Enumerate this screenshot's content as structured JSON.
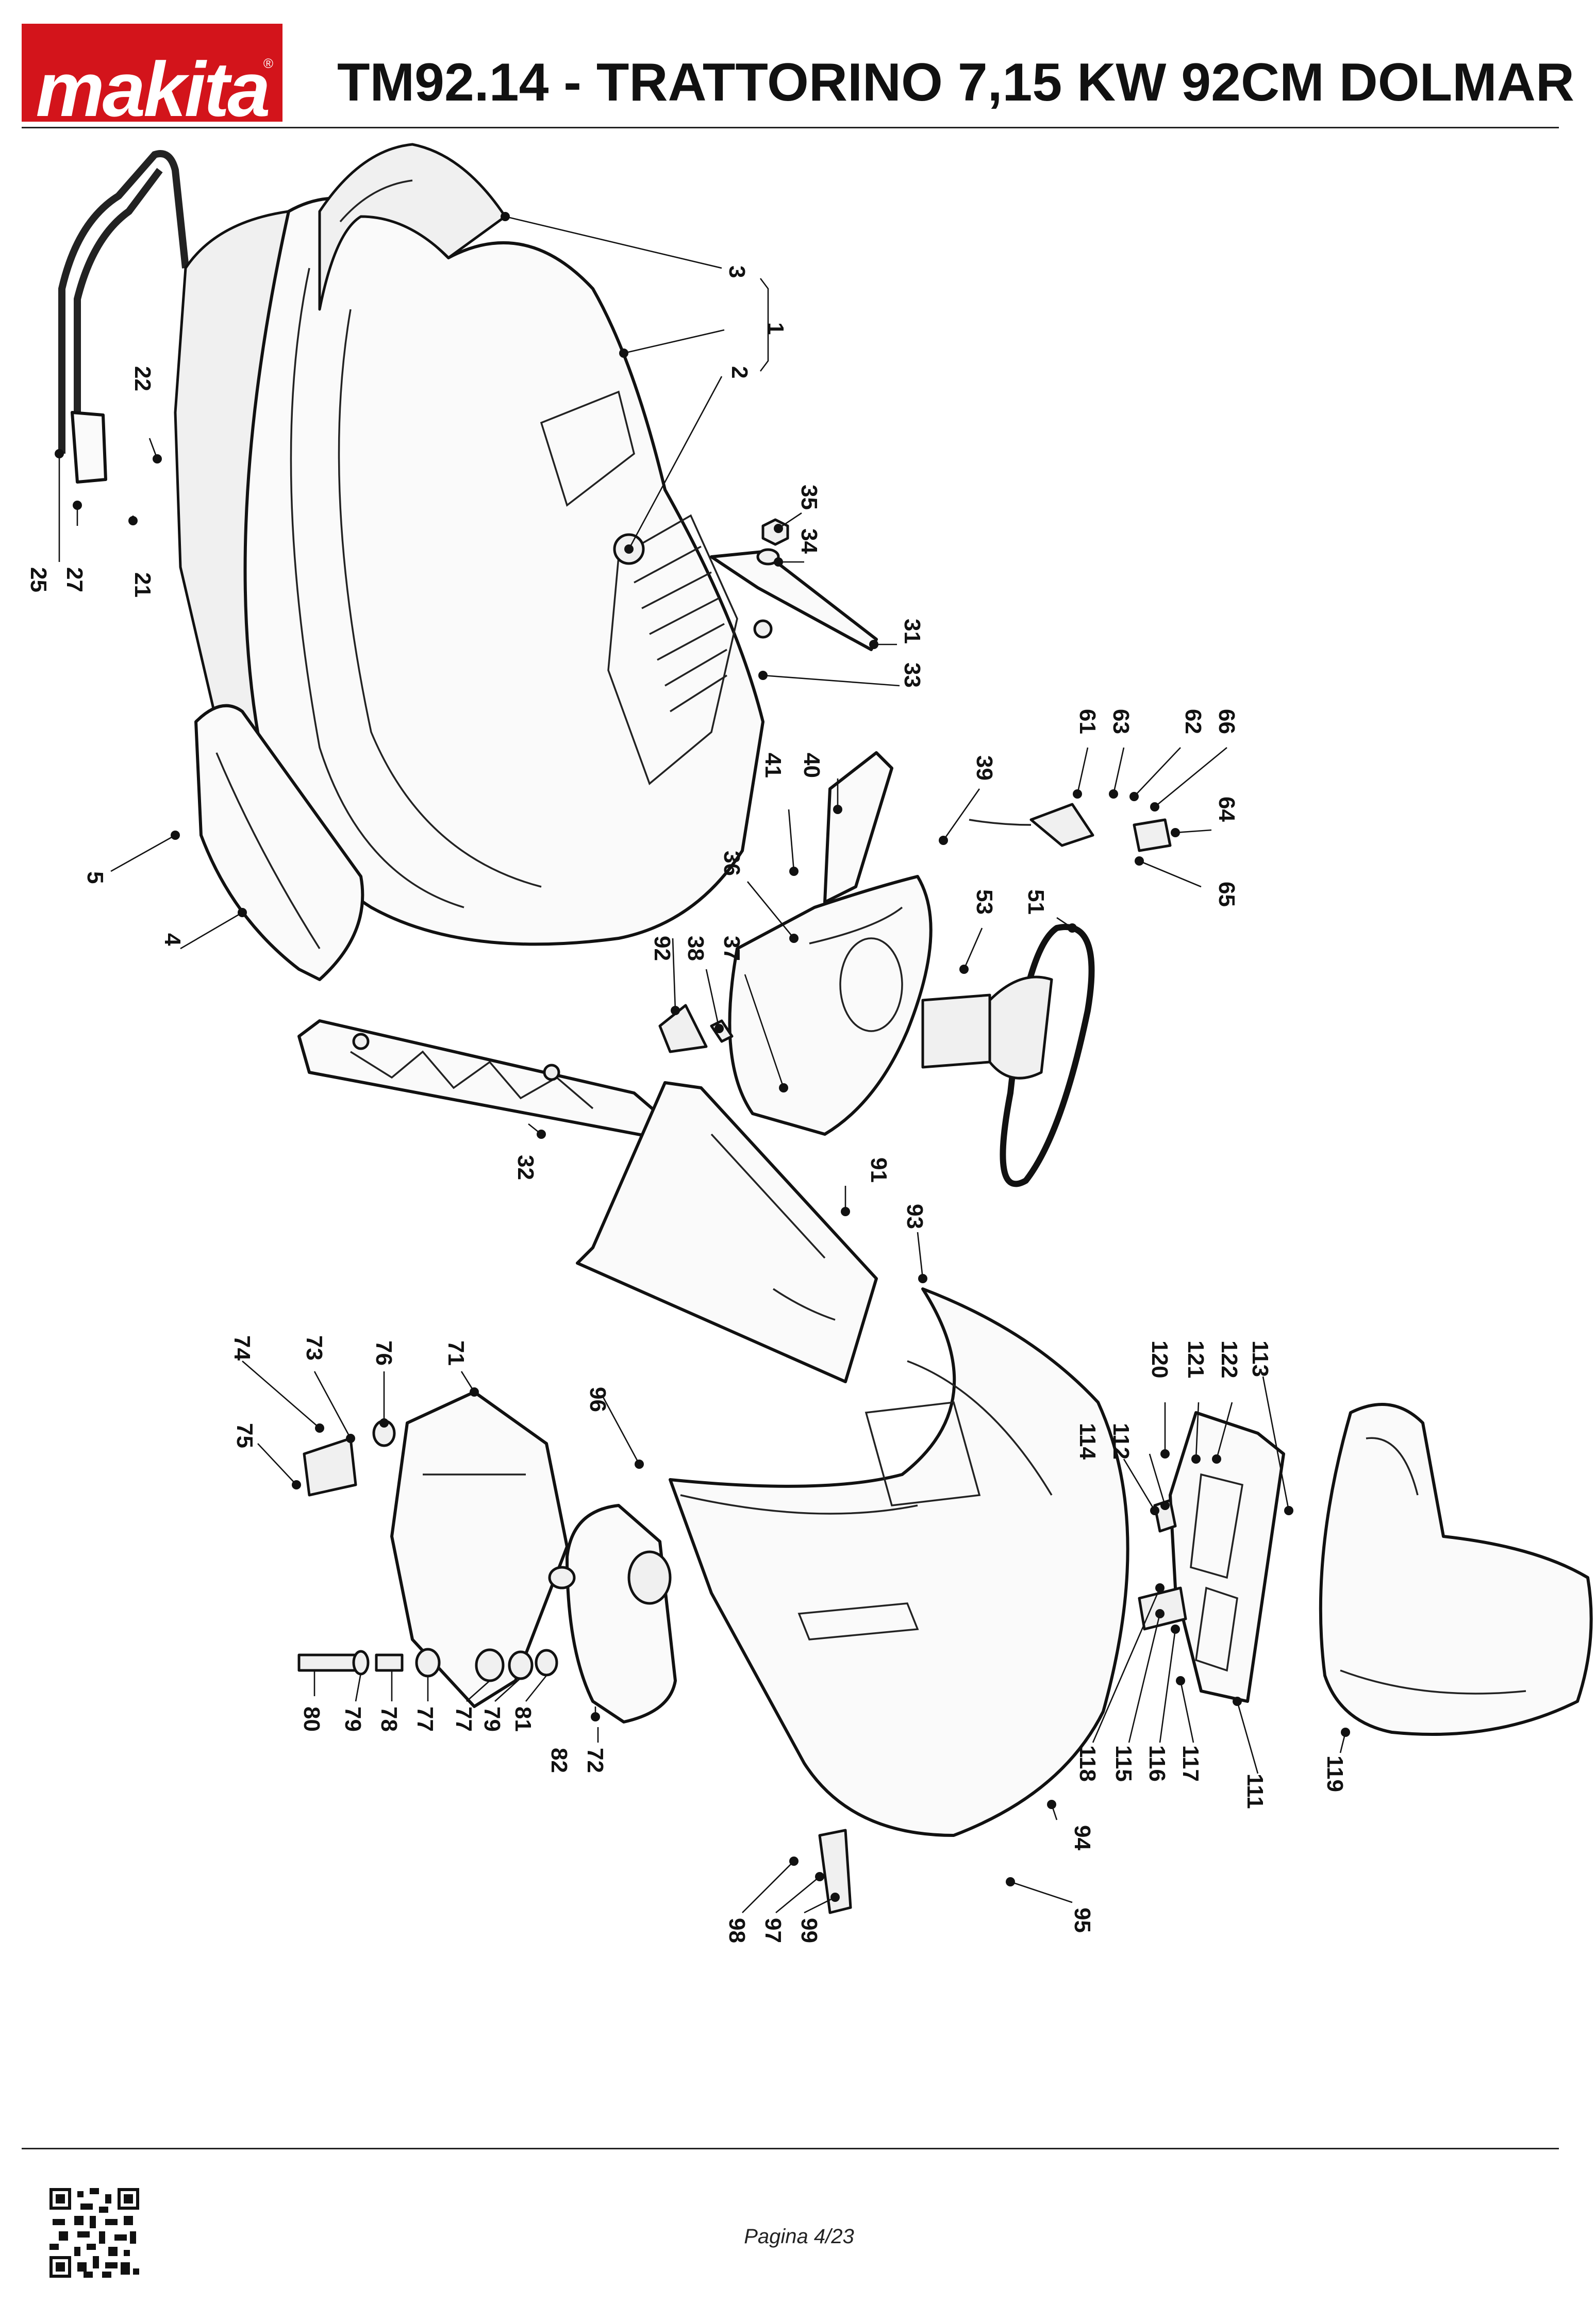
{
  "header": {
    "brand": "makita",
    "title": "TM92.14 - TRATTORINO 7,15 KW 92CM DOLMAR"
  },
  "footer": {
    "page": "Pagina 4/23"
  },
  "colors": {
    "brand_red": "#d3141b",
    "line": "#111111"
  },
  "callouts": [
    "1",
    "2",
    "3",
    "4",
    "5",
    "21",
    "22",
    "25",
    "27",
    "31",
    "32",
    "33",
    "34",
    "35",
    "36",
    "37",
    "38",
    "39",
    "40",
    "41",
    "51",
    "53",
    "61",
    "62",
    "63",
    "64",
    "65",
    "66",
    "71",
    "72",
    "73",
    "74",
    "75",
    "76",
    "77",
    "77",
    "78",
    "79",
    "79",
    "80",
    "81",
    "82",
    "91",
    "92",
    "93",
    "94",
    "95",
    "96",
    "97",
    "98",
    "99",
    "111",
    "112",
    "113",
    "114",
    "115",
    "116",
    "117",
    "118",
    "119",
    "120",
    "121",
    "122"
  ]
}
